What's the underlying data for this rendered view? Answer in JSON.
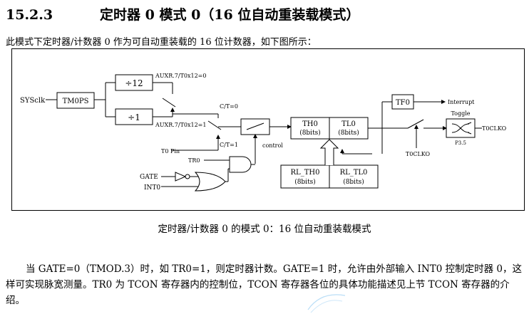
{
  "heading": {
    "number": "15.2.3",
    "title": "定时器 0 模式 0（16 位自动重装载模式）"
  },
  "intro": "此模式下定时器/计数器 0 作为可自动重装载的 16 位计数器，如下图所示：",
  "diagram": {
    "sysclk": "SYSclk",
    "tm0ps": "TM0PS",
    "div12": "÷12",
    "div1": "÷1",
    "auxr_0": "AUXR.7/T0x12=0",
    "auxr_1": "AUXR.7/T0x12=1",
    "ct0": "C/T=0",
    "ct1": "C/T=1",
    "t0pin": "T0 Pin",
    "control": "control",
    "tr0": "TR0",
    "gate": "GATE",
    "int0": "INT0",
    "th0": "TH0",
    "th0_bits": "(8bits)",
    "tl0": "TL0",
    "tl0_bits": "(8bits)",
    "rl_th0": "RL_TH0",
    "rl_th0_bits": "(8bits)",
    "rl_tl0": "RL_TL0",
    "rl_tl0_bits": "(8bits)",
    "tf0": "TF0",
    "interrupt": "Interrupt",
    "t0clko_sw": "T0CLKO",
    "toggle": "Toggle",
    "p35": "P3.5",
    "t0clko_out": "T0CLKO"
  },
  "caption": "定时器/计数器 0 的模式 0：16 位自动重装载模式",
  "body_text": "当 GATE=0（TMOD.3）时，如 TR0=1，则定时器计数。GATE=1 时，允许由外部输入 INT0 控制定时器 0，这样可实现脉宽测量。TR0 为 TCON 寄存器内的控制位，TCON 寄存器各位的具体功能描述见上节 TCON 寄存器的介绍。",
  "colors": {
    "watermark": "#3aa0e8"
  }
}
